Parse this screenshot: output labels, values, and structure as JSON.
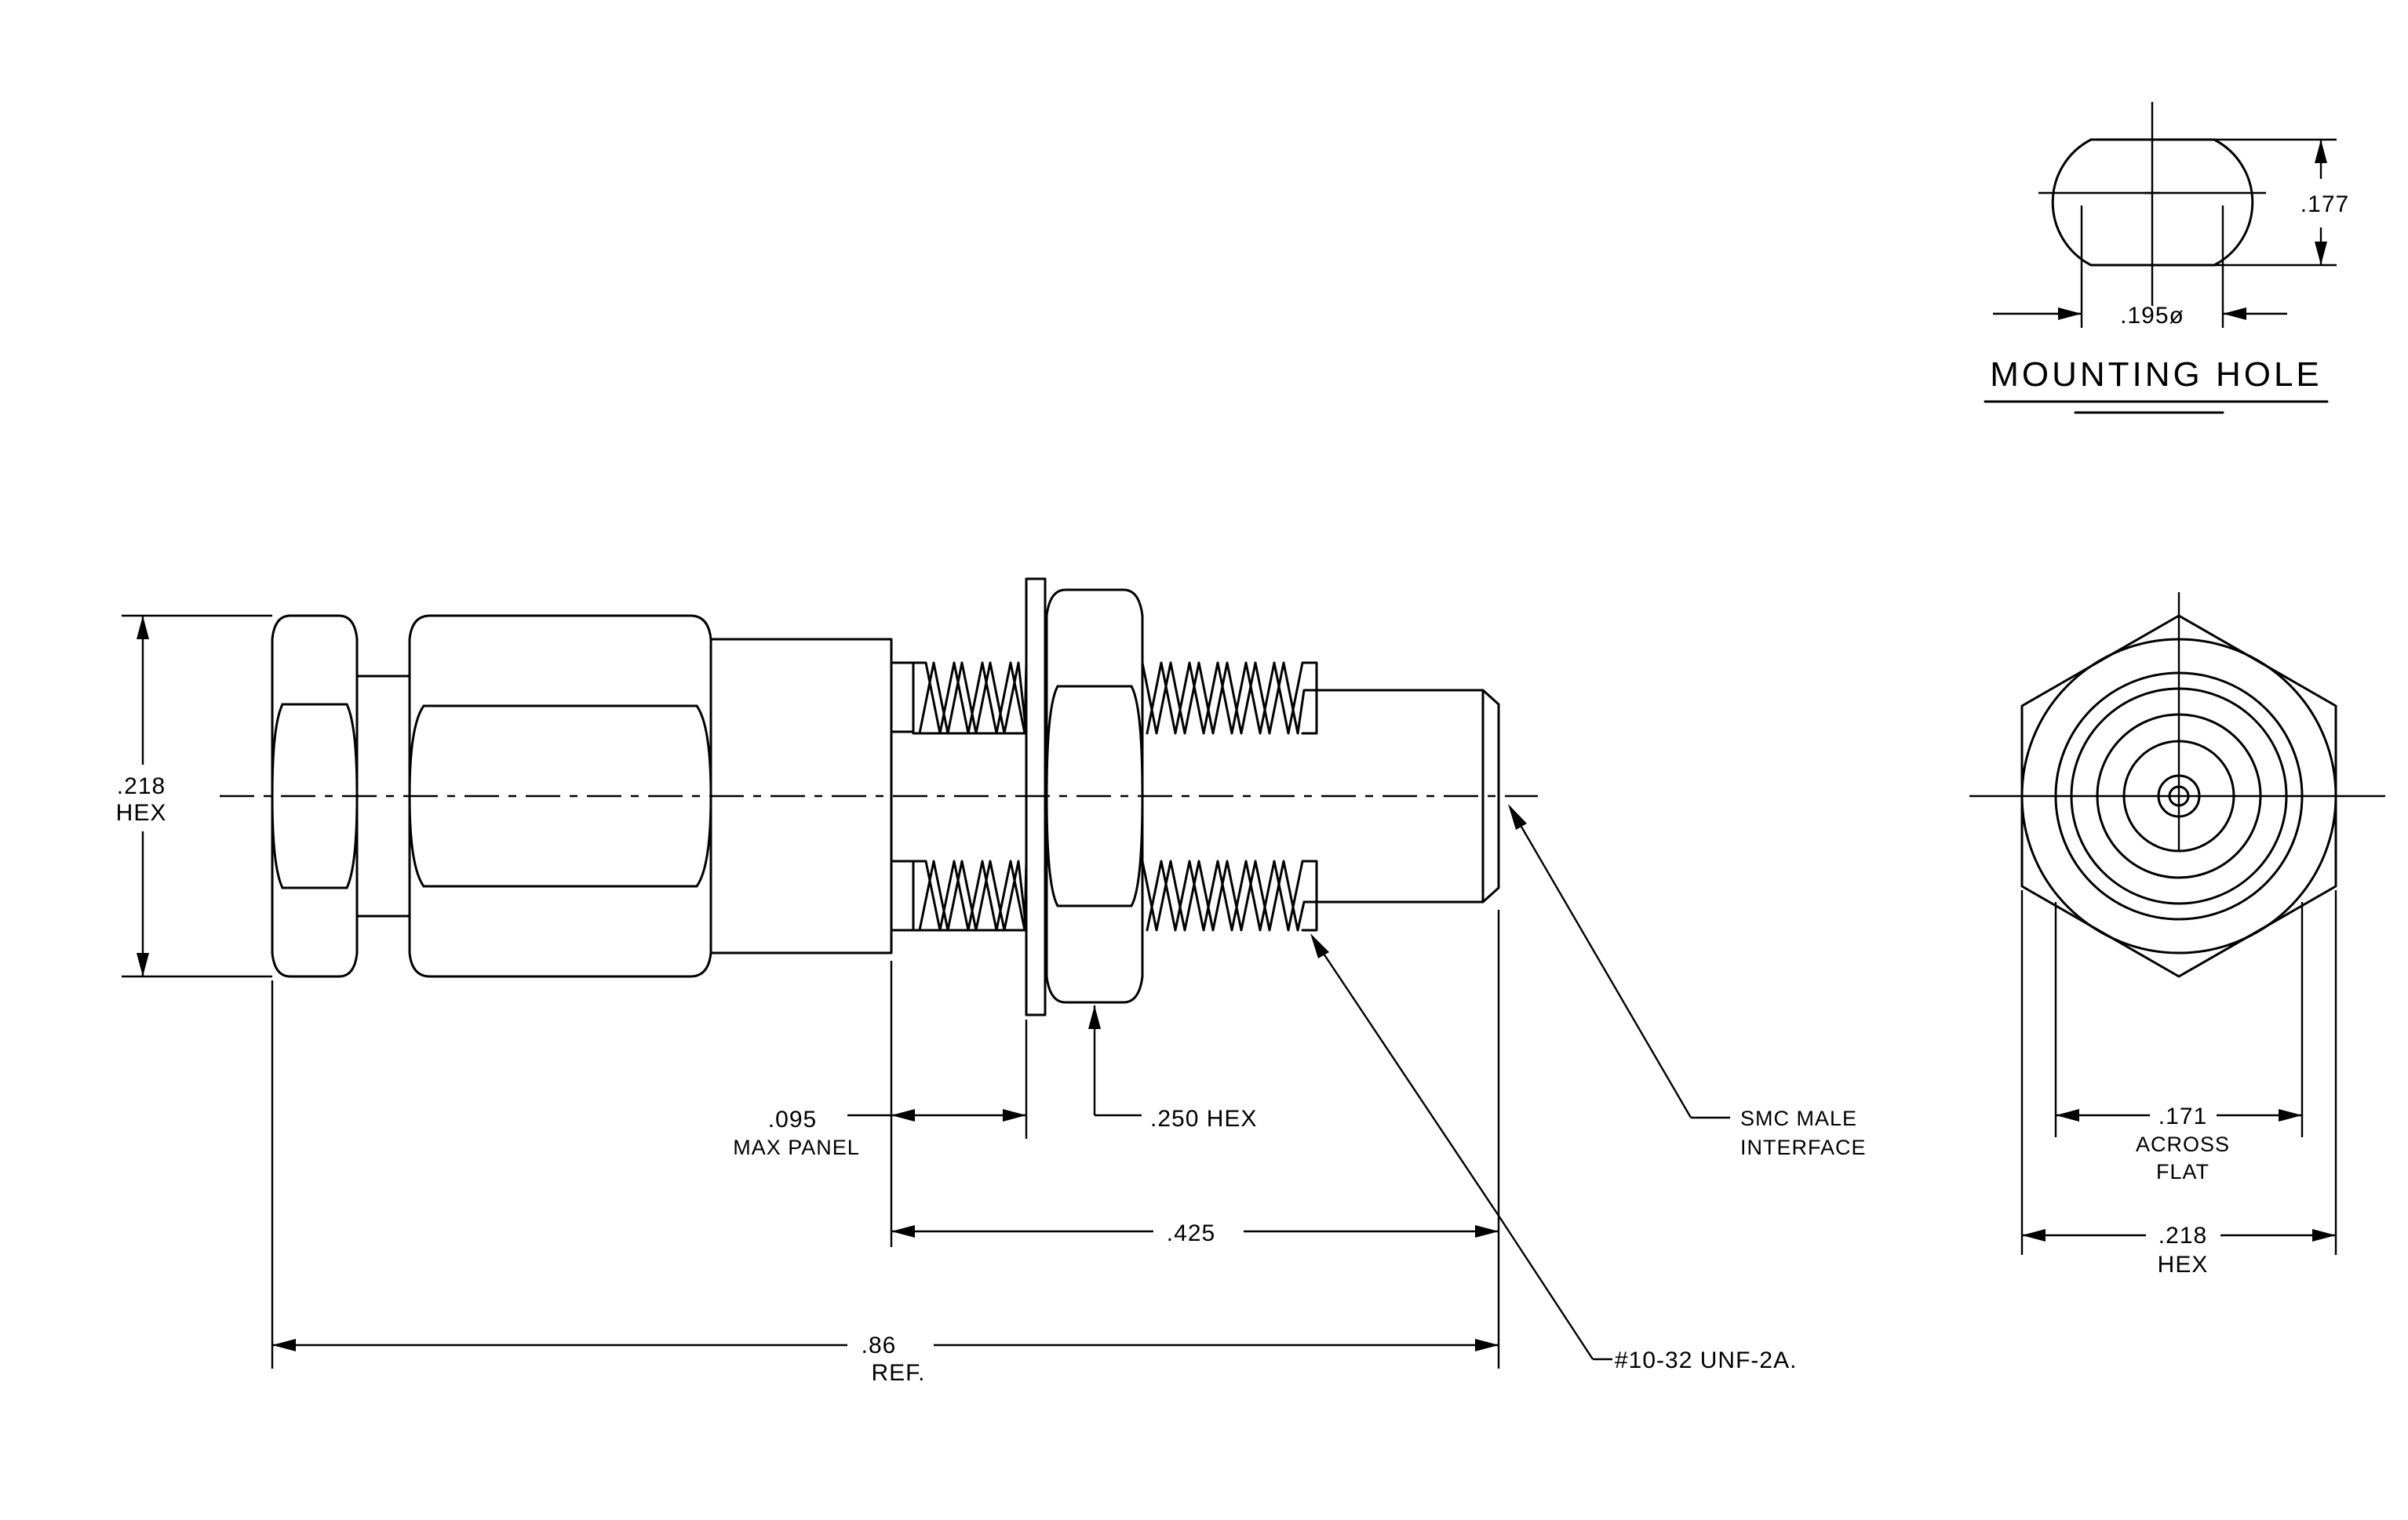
{
  "mounting_hole": {
    "title": "MOUNTING HOLE",
    "flat_dim": ".177",
    "dia_dim": ".195ø"
  },
  "side_view": {
    "hex_dim": ".218",
    "hex_label": "HEX",
    "panel_dim": ".095",
    "panel_label": "MAX PANEL",
    "nut_label": ".250 HEX",
    "thread_len": ".425",
    "overall_len": ".86",
    "overall_ref": "REF.",
    "interface_line1": "SMC MALE",
    "interface_line2": "INTERFACE",
    "thread_spec": "#10-32 UNF-2A."
  },
  "end_view": {
    "flat_dim": ".171",
    "flat_label1": "ACROSS",
    "flat_label2": "FLAT",
    "hex_dim": ".218",
    "hex_label": "HEX"
  }
}
